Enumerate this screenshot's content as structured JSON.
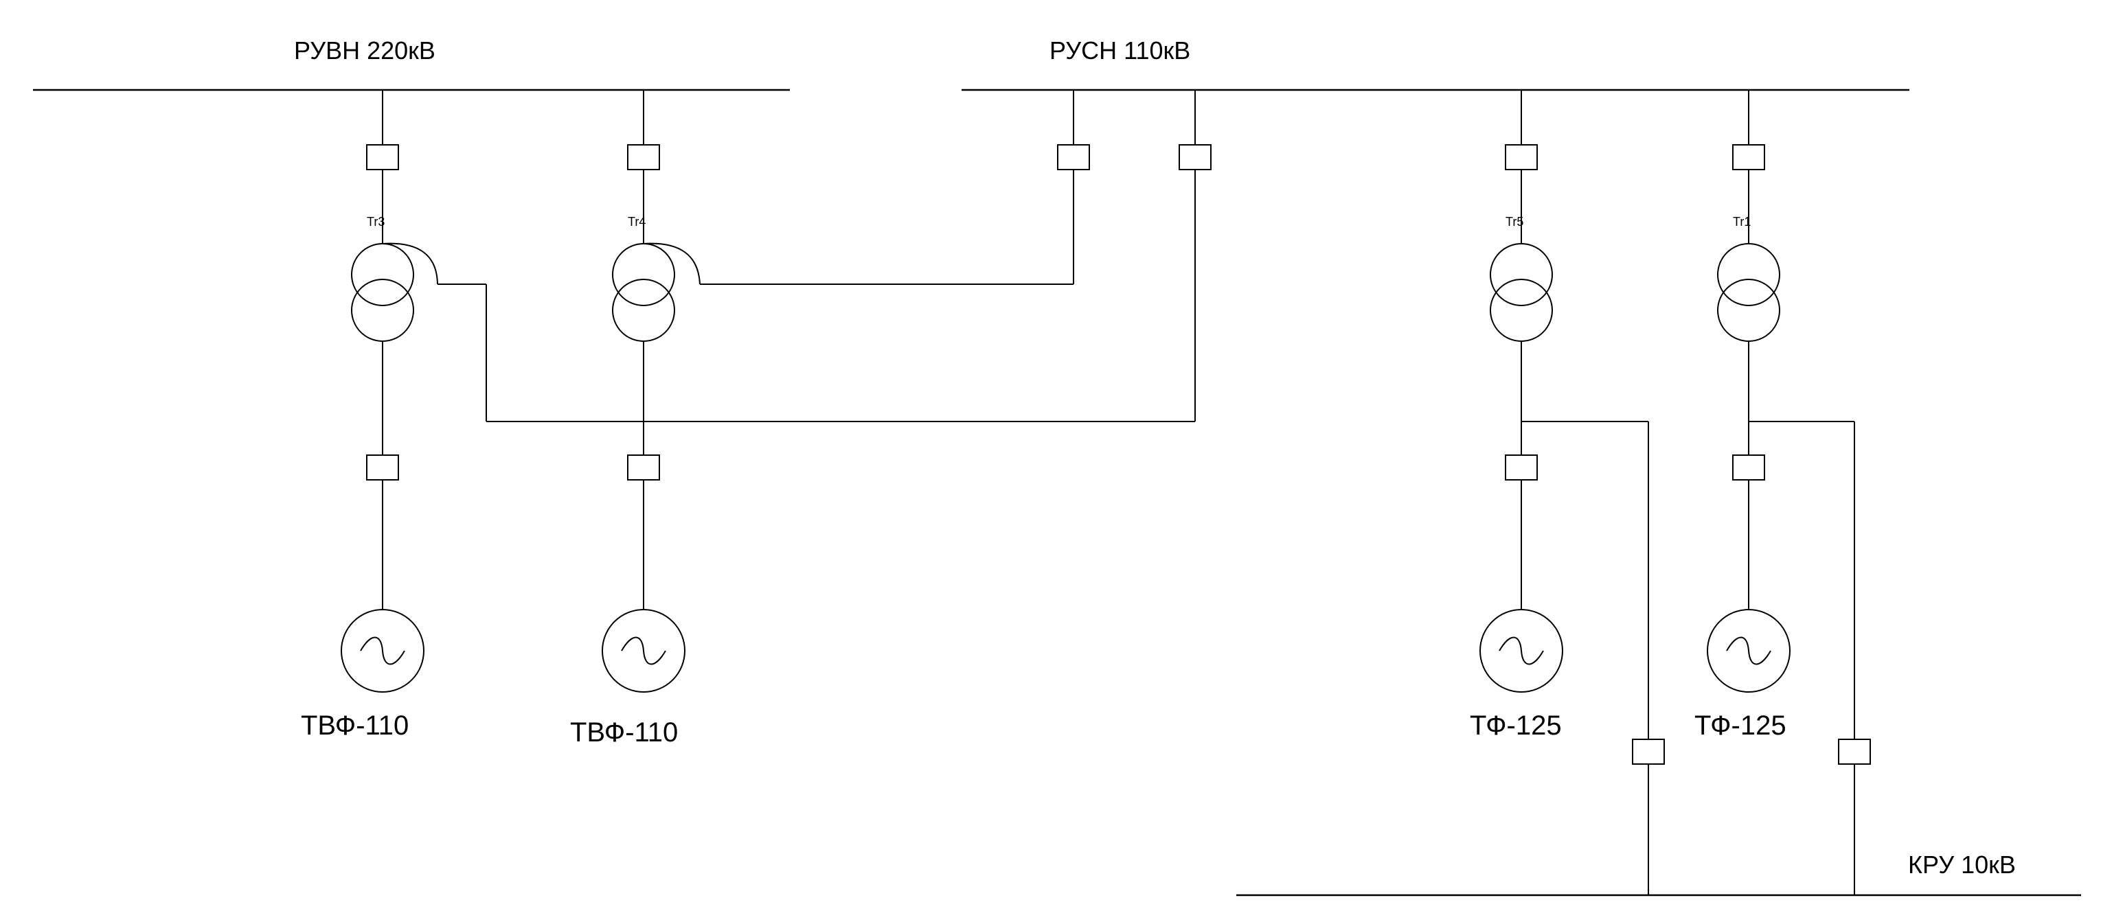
{
  "buses": {
    "hv": {
      "label": "РУВН 220кВ"
    },
    "mv": {
      "label": "РУСН 110кВ"
    },
    "lv": {
      "label": "КРУ 10кВ"
    }
  },
  "transformers": [
    {
      "id": "tr3",
      "label": "Tr3"
    },
    {
      "id": "tr4",
      "label": "Tr4"
    },
    {
      "id": "tr5",
      "label": "Tr5"
    },
    {
      "id": "tr1",
      "label": "Tr1"
    }
  ],
  "generators": [
    {
      "id": "g-tr3",
      "label": "ТВФ-110",
      "icon": "ac-generator-icon"
    },
    {
      "id": "g-tr4",
      "label": "ТВФ-110",
      "icon": "ac-generator-icon"
    },
    {
      "id": "g-tr5",
      "label": "ТФ-125",
      "icon": "ac-generator-icon"
    },
    {
      "id": "g-tr1",
      "label": "ТФ-125",
      "icon": "ac-generator-icon"
    }
  ],
  "colors": {
    "line": "#000000",
    "background": "#ffffff"
  }
}
